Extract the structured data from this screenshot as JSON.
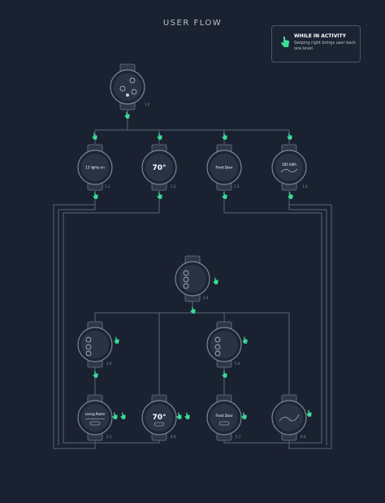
{
  "title": "USER FLOW",
  "legend": {
    "title": "WHILE IN ACTIVITY",
    "description": "Swiping right brings user back one level."
  },
  "colors": {
    "background": "#1a2130",
    "line": "#5b6678",
    "accent": "#3ddc97",
    "watch_face": "#2a3345"
  },
  "nodes": [
    {
      "id": "1.0",
      "label": "1.0",
      "face_text": ""
    },
    {
      "id": "1.1",
      "label": "1.1",
      "face_text": "13 lights on"
    },
    {
      "id": "1.2",
      "label": "1.2",
      "face_text": "70°"
    },
    {
      "id": "1.3",
      "label": "1.3",
      "face_text": "Front Door"
    },
    {
      "id": "1.4",
      "label": "1.4",
      "face_text": "185 kWh"
    },
    {
      "id": "2.0",
      "label": "2.0",
      "face_text": ""
    },
    {
      "id": "3.0",
      "label": "3.0",
      "face_text": ""
    },
    {
      "id": "3.1",
      "label": "3.1",
      "face_text": "Living Room"
    },
    {
      "id": "4.0",
      "label": "4.0",
      "face_text": "70°"
    },
    {
      "id": "5.0",
      "label": "5.0",
      "face_text": ""
    },
    {
      "id": "5.1",
      "label": "5.1",
      "face_text": "Front Door"
    },
    {
      "id": "6.0",
      "label": "6.0",
      "face_text": ""
    }
  ]
}
